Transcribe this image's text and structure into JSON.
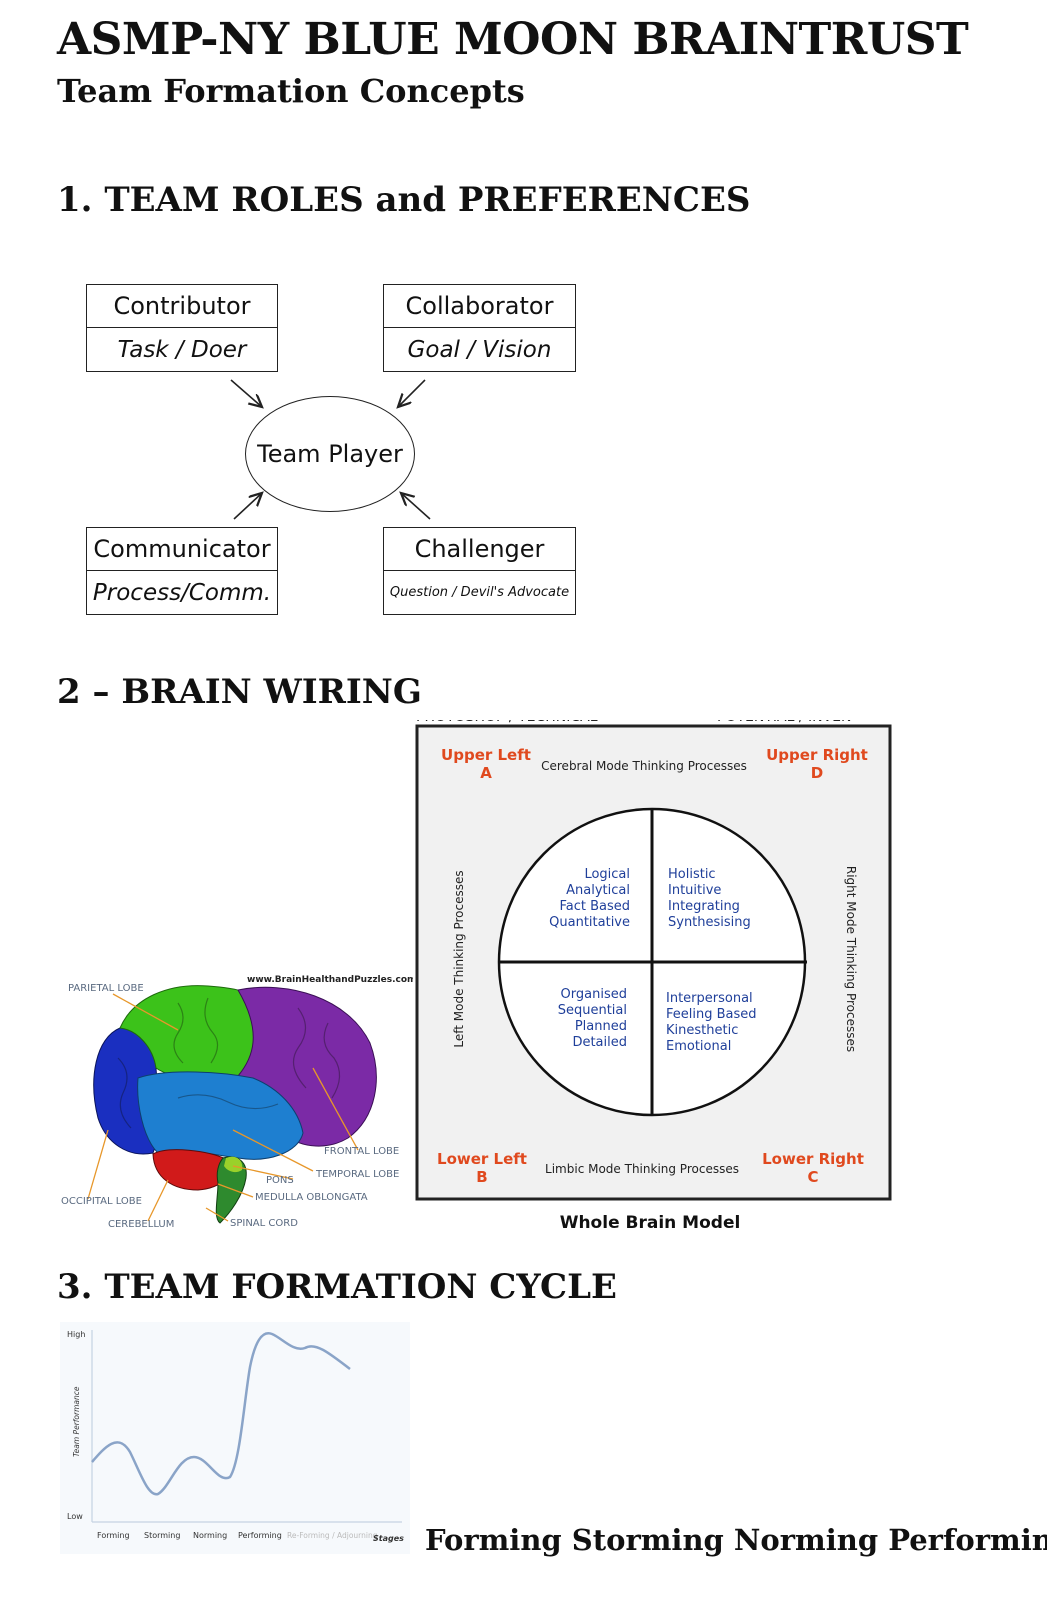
{
  "header": {
    "title": "ASMP-NY BLUE MOON BRAINTRUST",
    "subtitle": "Team Formation Concepts"
  },
  "section1": {
    "heading": "1. TEAM ROLES and PREFERENCES",
    "center": "Team Player",
    "roles": [
      {
        "title": "Contributor",
        "desc": "Task / Doer"
      },
      {
        "title": "Collaborator",
        "desc": "Goal / Vision"
      },
      {
        "title": "Communicator",
        "desc": "Process/Comm."
      },
      {
        "title": "Challenger",
        "desc": "Question / Devil's Advocate"
      }
    ]
  },
  "section2": {
    "heading": "2 – BRAIN WIRING",
    "brain": {
      "website": "www.BrainHealthandPuzzles.com",
      "labels": {
        "parietal": "PARIETAL LOBE",
        "frontal": "FRONTAL LOBE",
        "temporal": "TEMPORAL LOBE",
        "pons": "PONS",
        "medulla": "MEDULLA OBLONGATA",
        "occipital": "OCCIPITAL LOBE",
        "cerebellum": "CEREBELLUM",
        "spinal": "SPINAL CORD"
      },
      "colors": {
        "parietal": "#3cc21a",
        "frontal": "#7b2aa6",
        "temporal": "#1e7fd0",
        "occipital": "#1a2fc0",
        "cerebellum": "#d11a1a",
        "brainstem": "#2e8a2e"
      }
    },
    "whole_brain": {
      "cut_top_left": "PHOTOSHOP / TECHNICAL",
      "cut_top_right": "POTENTIAL / INVEN",
      "upper_left": "Upper Left",
      "upper_left_letter": "A",
      "upper_right": "Upper Right",
      "upper_right_letter": "D",
      "lower_left": "Lower Left",
      "lower_left_letter": "B",
      "lower_right": "Lower Right",
      "lower_right_letter": "C",
      "top_label": "Cerebral Mode Thinking Processes",
      "bottom_label": "Limbic Mode Thinking Processes",
      "left_label": "Left Mode Thinking Processes",
      "right_label": "Right Mode Thinking Processes",
      "quadrants": {
        "ul": [
          "Logical",
          "Analytical",
          "Fact Based",
          "Quantitative"
        ],
        "ur": [
          "Holistic",
          "Intuitive",
          "Integrating",
          "Synthesising"
        ],
        "ll": [
          "Organised",
          "Sequential",
          "Planned",
          "Detailed"
        ],
        "lr": [
          "Interpersonal",
          "Feeling Based",
          "Kinesthetic",
          "Emotional"
        ]
      },
      "caption": "Whole Brain Model",
      "corner_color": "#e0491e",
      "quadrant_text_color": "#1f3f9a"
    }
  },
  "section3": {
    "heading": "3. TEAM FORMATION CYCLE",
    "stages_caption": "Forming Storming Norming Performing",
    "chart_data": {
      "type": "line",
      "y_high_label": "High",
      "y_low_label": "Low",
      "ylabel": "Team Performance",
      "xlabel": "Stages",
      "categories": [
        "Forming",
        "Storming",
        "Norming",
        "Performing",
        "Re-Forming / Adjourning"
      ],
      "grid": false,
      "line_color": "#8aa4c8"
    }
  }
}
